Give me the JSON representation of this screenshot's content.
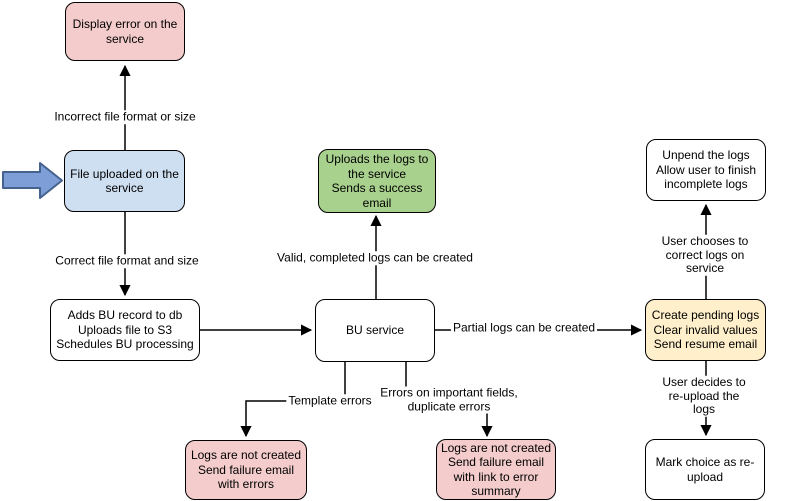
{
  "colors": {
    "pink": "#f4cccc",
    "blue": "#cfdff2",
    "green": "#a9d18e",
    "yellow": "#ffefca",
    "bigarrow-fill": "#7e9ed7",
    "bigarrow-stroke": "#45618e"
  },
  "nodes": {
    "display_error": {
      "label": "Display error on the\nservice"
    },
    "file_uploaded": {
      "label": "File uploaded on the\nservice"
    },
    "adds_bu_record": {
      "label": "Adds BU record to db\nUploads file to S3\nSchedules BU processing"
    },
    "bu_service": {
      "label": "BU service"
    },
    "uploads_logs": {
      "label": "Uploads the logs to\nthe service\nSends a success\nemail"
    },
    "logs_not_created_errors": {
      "label": "Logs are not created\nSend failure email\nwith errors"
    },
    "logs_not_created_summary": {
      "label": "Logs are not created\nSend failure email\nwith link to error\nsummary"
    },
    "unpend_logs": {
      "label": "Unpend the logs\nAllow user to finish\nincomplete logs"
    },
    "create_pending": {
      "label": "Create pending logs\nClear invalid values\nSend resume email"
    },
    "mark_choice": {
      "label": "Mark choice as re-\nupload"
    }
  },
  "edges": {
    "incorrect_format": {
      "label": "Incorrect file format or size"
    },
    "correct_format": {
      "label": "Correct file format and size"
    },
    "valid_logs": {
      "label": "Valid, completed logs can be created"
    },
    "partial_logs": {
      "label": "Partial logs can be created"
    },
    "template_errors": {
      "label": "Template errors"
    },
    "important_errors": {
      "label": "Errors on important fields,\nduplicate errors"
    },
    "user_corrects": {
      "label": "User chooses to correct logs on service"
    },
    "user_reuploads": {
      "label": "User decides to re-upload the logs"
    }
  }
}
